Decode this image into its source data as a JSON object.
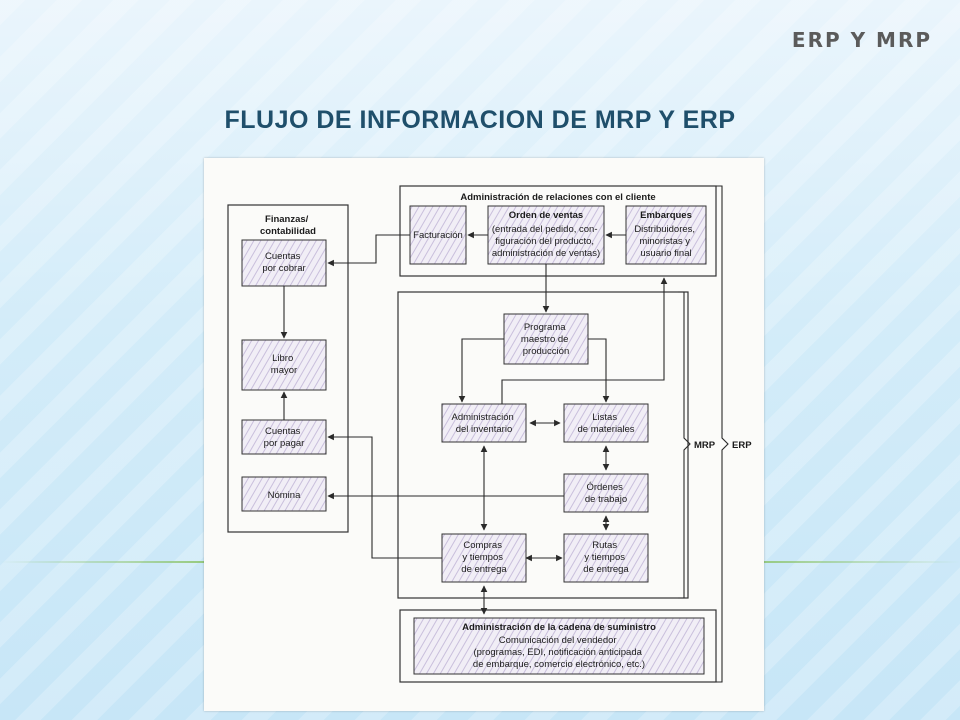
{
  "slide": {
    "corner_title": "ERP Y MRP",
    "title": "FLUJO DE INFORMACION DE MRP Y ERP"
  },
  "diagram": {
    "groups": {
      "customer": "Administración de relaciones con el cliente",
      "finance": [
        "Finanzas/",
        "contabilidad"
      ]
    },
    "nodes": {
      "facturacion": [
        "Facturación"
      ],
      "orden_ventas_title": "Orden de ventas",
      "orden_ventas": [
        "(entrada del pedido, con-",
        "figuración del producto,",
        "administración de ventas)"
      ],
      "embarques_title": "Embarques",
      "embarques": [
        "Distribuidores,",
        "minoristas y",
        "usuario final"
      ],
      "cuentas_cobrar": [
        "Cuentas",
        "por cobrar"
      ],
      "libro_mayor": [
        "Libro",
        "mayor"
      ],
      "cuentas_pagar": [
        "Cuentas",
        "por pagar"
      ],
      "nomina": [
        "Nómina"
      ],
      "programa_maestro": [
        "Programa",
        "maestro de",
        "producción"
      ],
      "admin_inventario": [
        "Administración",
        "del inventario"
      ],
      "listas_materiales": [
        "Listas",
        "de materiales"
      ],
      "ordenes_trabajo": [
        "Órdenes",
        "de trabajo"
      ],
      "compras": [
        "Compras",
        "y tiempos",
        "de entrega"
      ],
      "rutas": [
        "Rutas",
        "y tiempos",
        "de entrega"
      ],
      "supply_title": "Administración de la cadena de suministro",
      "supply": [
        "Comunicación del vendedor",
        "(programas, EDI, notificación anticipada",
        "de embarque, comercio electrónico, etc.)"
      ]
    },
    "labels": {
      "mrp": "MRP",
      "erp": "ERP"
    }
  }
}
